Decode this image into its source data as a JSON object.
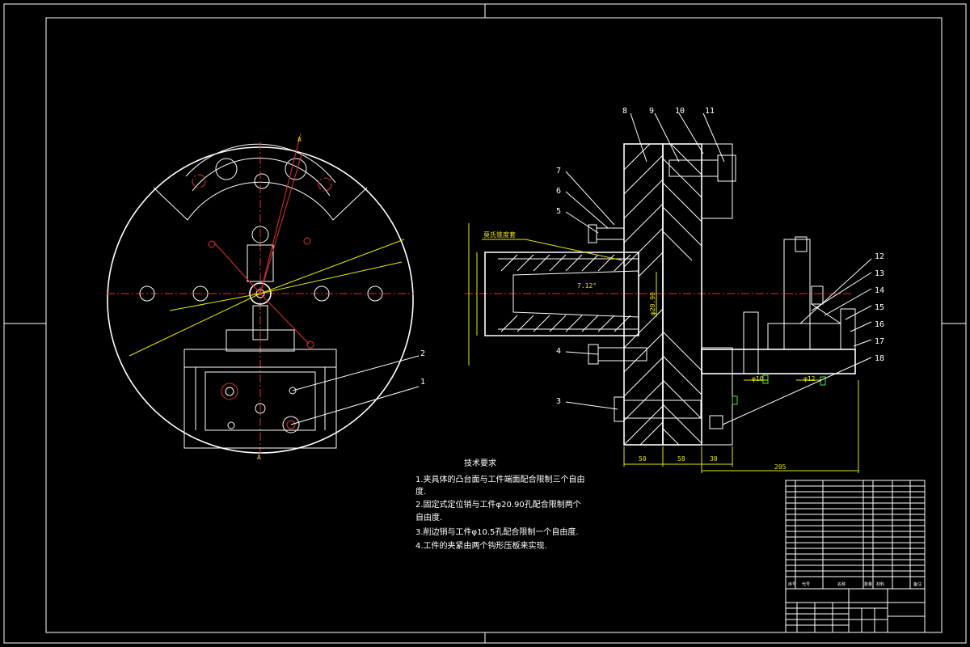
{
  "drawing": {
    "part_numbers": [
      "1",
      "2",
      "3",
      "4",
      "5",
      "6",
      "7",
      "8",
      "9",
      "10",
      "11",
      "12",
      "13",
      "14",
      "15",
      "16",
      "17",
      "18"
    ],
    "dimensions": {
      "dim_50": "50",
      "dim_58": "58",
      "dim_30": "30",
      "dim_205": "205",
      "dim_phi10": "φ10",
      "dim_phi12": "φ12",
      "angle_712": "7.12°",
      "dia_2090": "φ20.90",
      "leader_label": "莫氏锥度套",
      "section_label": "A",
      "section_label_b": "A"
    },
    "notes": {
      "title": "技术要求",
      "lines": [
        "1.夹具体的凸台面与工件端面配合限制三个自由",
        "度.",
        "2.固定式定位销与工件φ20.90孔配合限制两个",
        "自由度.",
        "3.削边销与工件φ10.5孔配合限制一个自由度.",
        "4.工件的夹紧由两个钩形压板来实现."
      ]
    },
    "title_block": {
      "col_seq": "序号",
      "col_code": "代号",
      "col_name": "名称",
      "col_qty": "数量",
      "col_material": "材料",
      "col_remark": "备注"
    }
  }
}
